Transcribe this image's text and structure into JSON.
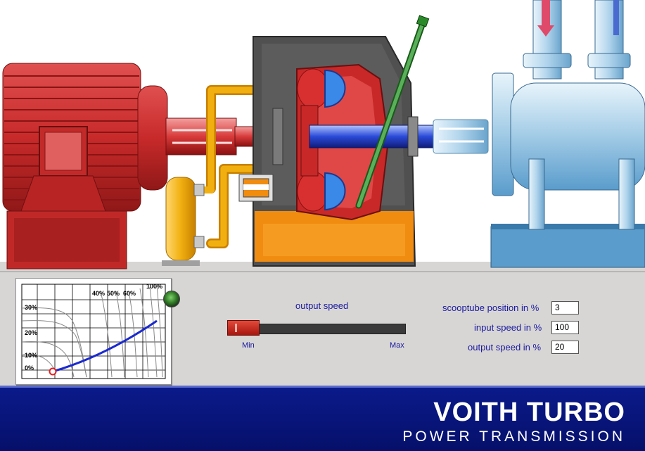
{
  "chart": {
    "pct_labels_left": [
      "30%",
      "20%",
      "10%",
      "0%"
    ],
    "pct_labels_top": [
      "40%",
      "50%",
      "60%",
      "100%"
    ]
  },
  "controls": {
    "slider_title": "output speed",
    "slider_min": "Min",
    "slider_max": "Max",
    "slider_level": 0.2,
    "fields": [
      {
        "label": "scooptube position in %",
        "value": "3"
      },
      {
        "label": "input speed in %",
        "value": "100"
      },
      {
        "label": "output speed in %",
        "value": "20"
      }
    ]
  },
  "brand": {
    "name": "VOITH TURBO",
    "tagline": "POWER TRANSMISSION"
  },
  "colors": {
    "motor_red": "#c8282a",
    "coupling_red": "#d03030",
    "shaft_blue": "#2a4ad8",
    "pump_blue": "#a8cfe8",
    "oil_orange": "#f08c10",
    "pipe_yellow": "#f2b010",
    "footer_blue": "#0a1a8a",
    "label_blue": "#1a1aa0"
  },
  "icons": {
    "led": "green-status-led",
    "arrow": "flow-down-arrow"
  }
}
